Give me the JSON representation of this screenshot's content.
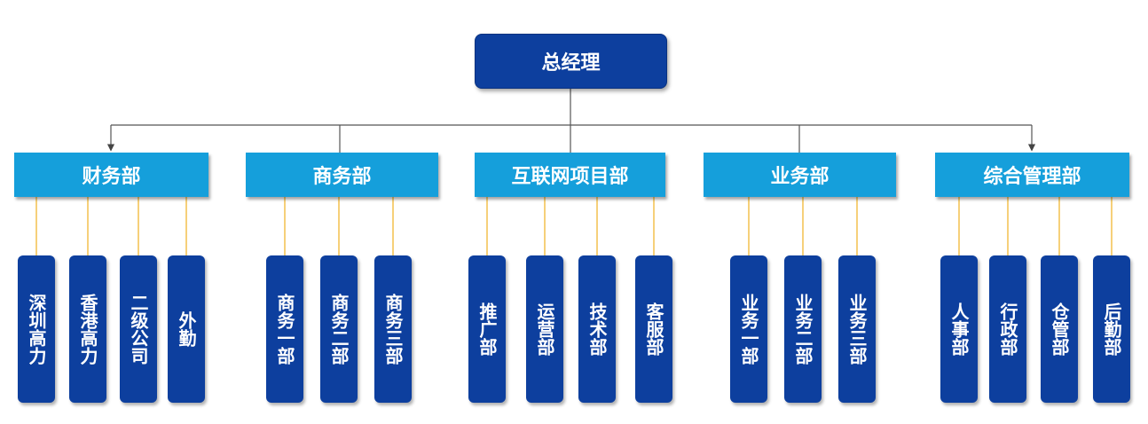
{
  "root": {
    "label": "总经理"
  },
  "colors": {
    "root": "#0d3f9e",
    "department": "#159fdb",
    "subunit": "#0d3f9e",
    "connector": "#555555",
    "sub_connector": "#f0b020"
  },
  "departments": [
    {
      "label": "财务部",
      "units": [
        "深圳高力",
        "香港高力",
        "二级公司",
        "外勤"
      ]
    },
    {
      "label": "商务部",
      "units": [
        "商务一部",
        "商务二部",
        "商务三部"
      ]
    },
    {
      "label": "互联网项目部",
      "units": [
        "推广部",
        "运营部",
        "技术部",
        "客服部"
      ]
    },
    {
      "label": "业务部",
      "units": [
        "业务一部",
        "业务二部",
        "业务三部"
      ]
    },
    {
      "label": "综合管理部",
      "units": [
        "人事部",
        "行政部",
        "仓管部",
        "后勤部"
      ]
    }
  ]
}
